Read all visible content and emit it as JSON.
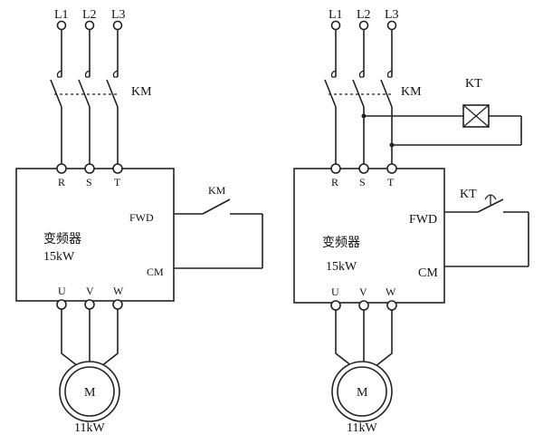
{
  "left": {
    "phases": [
      "L1",
      "L2",
      "L3"
    ],
    "contactor": "KM",
    "inputs": [
      "R",
      "S",
      "T"
    ],
    "fwd": "FWD",
    "cm": "CM",
    "fwd_contact": "KM",
    "inverter_name": "变频器",
    "inverter_power": "15kW",
    "outputs": [
      "U",
      "V",
      "W"
    ],
    "motor": "M",
    "motor_power": "11kW"
  },
  "right": {
    "phases": [
      "L1",
      "L2",
      "L3"
    ],
    "contactor": "KM",
    "timer_coil": "KT",
    "inputs": [
      "R",
      "S",
      "T"
    ],
    "fwd": "FWD",
    "cm": "CM",
    "fwd_contact": "KT",
    "inverter_name": "变频器",
    "inverter_power": "15kW",
    "outputs": [
      "U",
      "V",
      "W"
    ],
    "motor": "M",
    "motor_power": "11kW"
  }
}
